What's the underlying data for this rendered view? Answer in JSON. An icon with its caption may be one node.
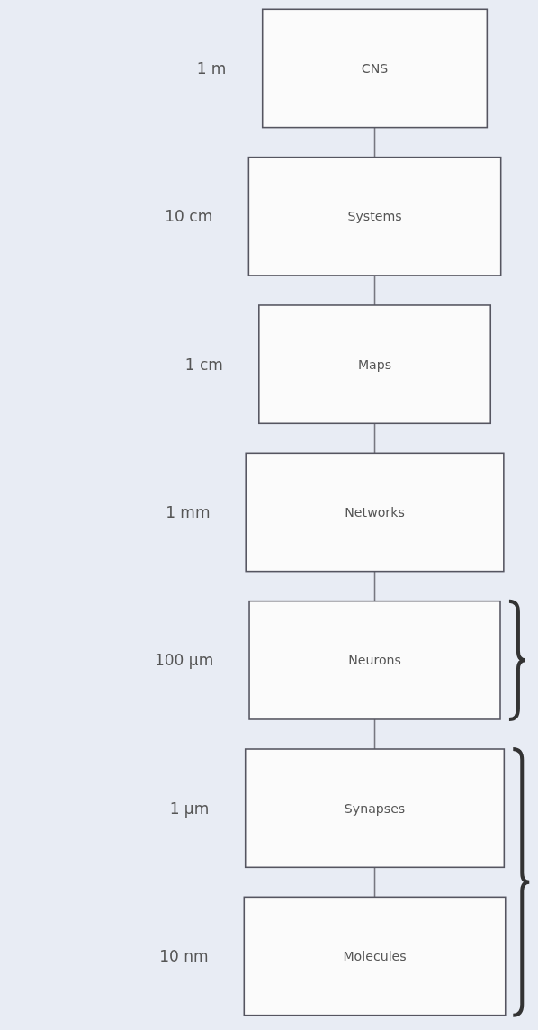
{
  "diagram": {
    "nodes": [
      {
        "text": [
          "CNS"
        ],
        "beside": [
          "1 m"
        ]
      },
      {
        "text": [
          "Systems"
        ],
        "beside": [
          "10 cm"
        ]
      },
      {
        "text": [
          "Maps"
        ],
        "beside": [
          "1 cm"
        ]
      },
      {
        "text": [
          "Networks"
        ],
        "beside": [
          "1 mm"
        ]
      },
      {
        "text": [
          "Neurons"
        ],
        "beside": [
          "100 μm"
        ]
      },
      {
        "text": [
          "Synapses"
        ],
        "beside": [
          "1 μm"
        ]
      },
      {
        "text": [
          "Molecules"
        ],
        "beside": [
          "10 nm"
        ]
      }
    ],
    "edges": [
      {
        "from": 0,
        "to": 1,
        "arrow": "none"
      },
      {
        "from": 1,
        "to": 2,
        "arrow": "none"
      },
      {
        "from": 2,
        "to": 3,
        "arrow": "none"
      },
      {
        "from": 3,
        "to": 4,
        "arrow": "none"
      },
      {
        "from": 4,
        "to": 5,
        "arrow": "none"
      },
      {
        "from": 5,
        "to": 6,
        "arrow": "none"
      }
    ]
  }
}
